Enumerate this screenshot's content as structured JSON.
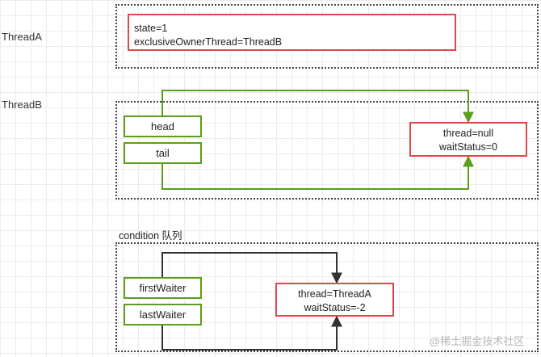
{
  "thread_a": {
    "label": "ThreadA",
    "state_line1": "state=1",
    "state_line2": "exclusiveOwnerThread=ThreadB"
  },
  "thread_b": {
    "label": "ThreadB",
    "head": "head",
    "tail": "tail",
    "node_line1": "thread=null",
    "node_line2": "waitStatus=0"
  },
  "condition": {
    "title": "condition 队列",
    "first_waiter": "firstWaiter",
    "last_waiter": "lastWaiter",
    "node_line1": "thread=ThreadA",
    "node_line2": "waitStatus=-2"
  },
  "watermark": "@稀土掘金技术社区",
  "colors": {
    "red": "#e0474a",
    "green": "#5a9e1c",
    "dark": "#333333"
  }
}
